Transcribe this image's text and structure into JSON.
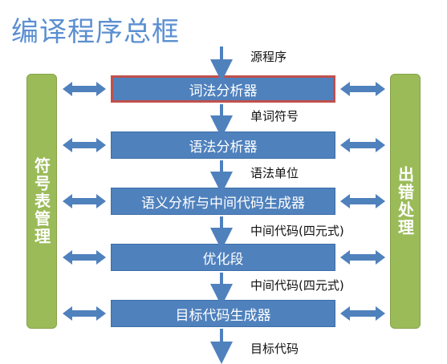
{
  "title": "编译程序总框",
  "stages": [
    {
      "label": "词法分析器",
      "active": true
    },
    {
      "label": "语法分析器",
      "active": false
    },
    {
      "label": "语义分析与中间代码生成器",
      "active": false
    },
    {
      "label": "优化段",
      "active": false
    },
    {
      "label": "目标代码生成器",
      "active": false
    }
  ],
  "flow_labels": [
    "源程序",
    "单词符号",
    "语法单位",
    "中间代码(四元式)",
    "中间代码(四元式)",
    "目标代码"
  ],
  "left_panel": {
    "label": "符号表管理"
  },
  "right_panel": {
    "label": "出错处理"
  },
  "colors": {
    "stage_fill": "#4f81bd",
    "side_fill": "#9bbb59",
    "arrow": "#4f81bd",
    "highlight": "#c0504d",
    "title": "#5b8fd1"
  }
}
